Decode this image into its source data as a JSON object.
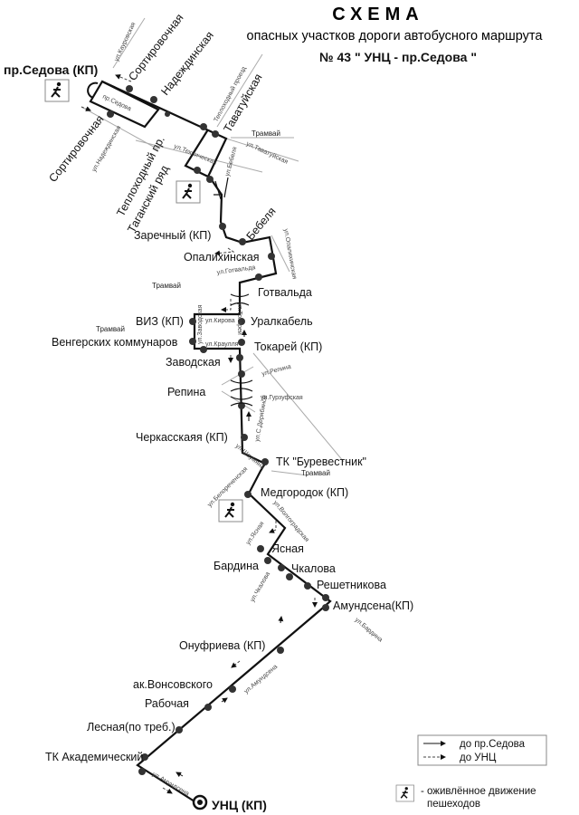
{
  "header": {
    "title": "СХЕМА",
    "subtitle": "опасных участков дороги автобусного маршрута",
    "route": "№  43 \" УНЦ  - пр.Седова \""
  },
  "stops": {
    "sedova": "пр.Седова (КП)",
    "sortirovochnaya_top": "Сортировочная",
    "nadezhdinskaya": "Надеждинская",
    "sortirovochnaya_bottom": "Сортировочная",
    "teplohodny": "Теплоходный пр.",
    "tagansky": "Таганский ряд",
    "tavatuyskaya": "Таватуйская",
    "bebelya": "Бебеля",
    "zarechny": "Заречный (КП)",
    "opalikhinskaya": "Опалихинская",
    "gotvalda": "Готвальда",
    "viz": "ВИЗ (КП)",
    "vengerskikh": "Венгерских коммунаров",
    "uralkabel": "Уралкабель",
    "tokarey": "Токарей (КП)",
    "zavodskaya": "Заводская",
    "repina": "Репина",
    "cherkasskaya": "Черкасскаяя (КП)",
    "burevestnik": "ТК \"Буревестник\"",
    "medgorodok": "Медгородок (КП)",
    "yasnaya": "Ясная",
    "bardina": "Бардина",
    "chkalova": "Чкалова",
    "reshetnikova": "Решетникова",
    "amundsena": "Амундсена(КП)",
    "onufrieva": "Онуфриева (КП)",
    "vonsovskogo": "ак.Вонсовского",
    "rabochaya": "Рабочая",
    "lesnaya": "Лесная(по треб.)",
    "akademichesky": "ТК Академический",
    "unc": "УНЦ (КП)"
  },
  "streets": {
    "kaurovskaya": "ул.Кауровская",
    "sedova": "пр.Седова",
    "nadezhdinskaya": "ул.Надеждинская",
    "tekhnicheskaya": "ул.Техническая",
    "teplohodny": "Теплоходный проезд",
    "tavatuyskaya": "ул.Таватуйская",
    "bebelya": "ул.Бебеля",
    "opalikhinskaya": "ул.Опалихинская",
    "gotvalda": "ул.Готвальда",
    "kirova": "ул.Кирова",
    "zavodskaya": "ул.Заводская",
    "tokarey": "ул.Токарей",
    "kraulya": "ул.Краулля",
    "repina": "ул.Репина",
    "gurzufskaya": "ул.Гурзуфская",
    "deryabinoy": "ул.С.Дерябиной",
    "shaumyana": "ул.Шаумяна",
    "belorechenskaya": "ул.Белореченская",
    "volgogradskaya": "ул.Волгоградская",
    "yasnaya": "ул.Ясная",
    "chkalova": "ул.Чкалова",
    "bardina": "ул.Бардина",
    "amundsena_1": "ул.Амундсена",
    "amundsena_2": "ул.Амундсена",
    "tram_1": "Трамвай",
    "tram_2": "Трамвай",
    "tram_3": "Трамвай",
    "tram_4": "Трамвай"
  },
  "legend": {
    "to_sedova": "до пр.Седова",
    "to_unc": "до УНЦ",
    "pedestrians_line1": "- оживлённое движение",
    "pedestrians_line2": "пешеходов"
  }
}
